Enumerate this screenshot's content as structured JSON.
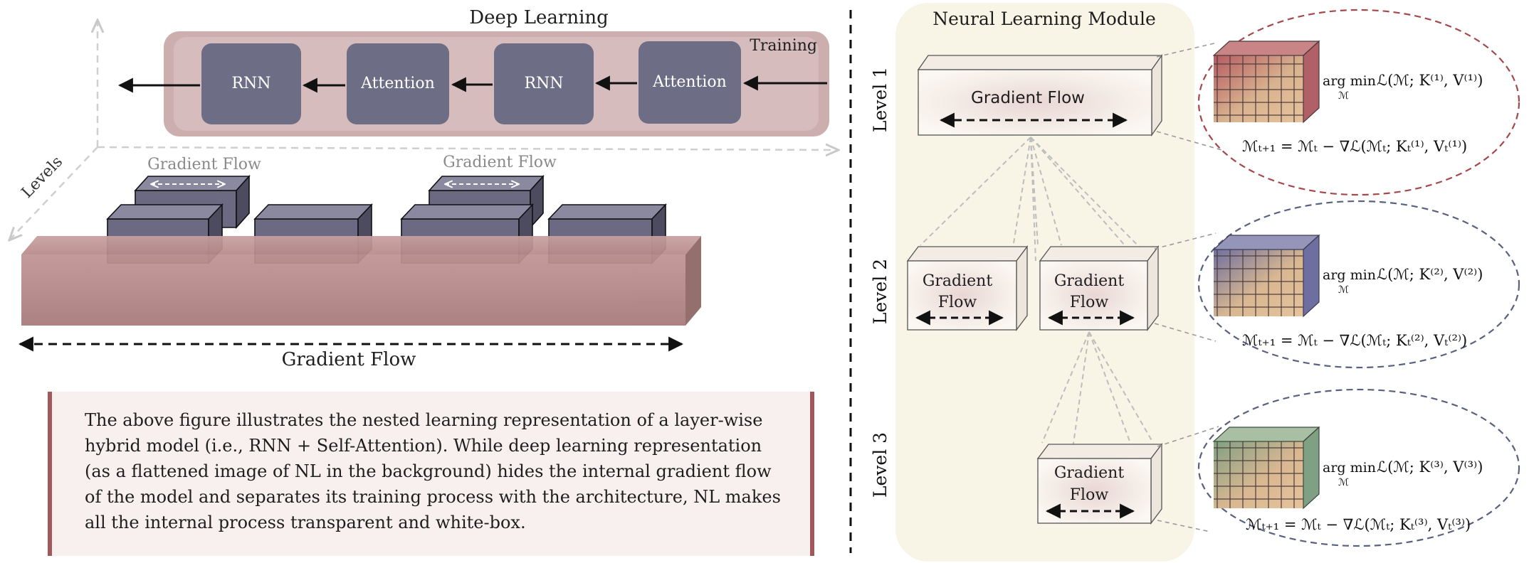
{
  "left": {
    "title": "Deep Learning",
    "training_label": "Training",
    "levels_label": "Levels",
    "blocks": [
      "RNN",
      "Attention",
      "RNN",
      "Attention"
    ],
    "gradient_flow_top_left": "Gradient Flow",
    "gradient_flow_top_right": "Gradient Flow",
    "gradient_flow_bottom": "Gradient Flow"
  },
  "caption": "The above figure illustrates the nested learning representation of a layer-wise hybrid model (i.e., RNN + Self-Attention). While deep learning representation (as a flattened image of NL in the background) hides the internal gradient flow of the model and separates its training process with the architecture, NL makes all the internal process transparent and white-box.",
  "right": {
    "title": "Neural Learning Module",
    "levels": [
      "Level 1",
      "Level 2",
      "Level 3"
    ],
    "box_gradient_flow": "Gradient Flow",
    "box_gradient": "Gradient",
    "box_flow": "Flow",
    "formulas": [
      {
        "argmin": "arg min",
        "sub": "ℳ",
        "loss": "ℒ(ℳ; K⁽¹⁾, V⁽¹⁾)",
        "update": "ℳₜ₊₁ = ℳₜ − ∇ℒ(ℳₜ; Kₜ⁽¹⁾, Vₜ⁽¹⁾)"
      },
      {
        "argmin": "arg min",
        "sub": "ℳ",
        "loss": "ℒ(ℳ; K⁽²⁾, V⁽²⁾)",
        "update": "ℳₜ₊₁ = ℳₜ − ∇ℒ(ℳₜ; Kₜ⁽²⁾, Vₜ⁽²⁾)"
      },
      {
        "argmin": "arg min",
        "sub": "ℳ",
        "loss": "ℒ(ℳ; K⁽³⁾, V⁽³⁾)",
        "update": "ℳₜ₊₁ = ℳₜ − ∇ℒ(ℳₜ; Kₜ⁽³⁾, Vₜ⁽³⁾)"
      }
    ]
  },
  "colors": {
    "accent_red": "#a0585a",
    "block_slate": "#6e6d86",
    "slab_rose": "#b98b8b",
    "ellipse_red": "#a5484c",
    "ellipse_blue": "#5a6180",
    "ellipse_green": "#5a6180"
  }
}
